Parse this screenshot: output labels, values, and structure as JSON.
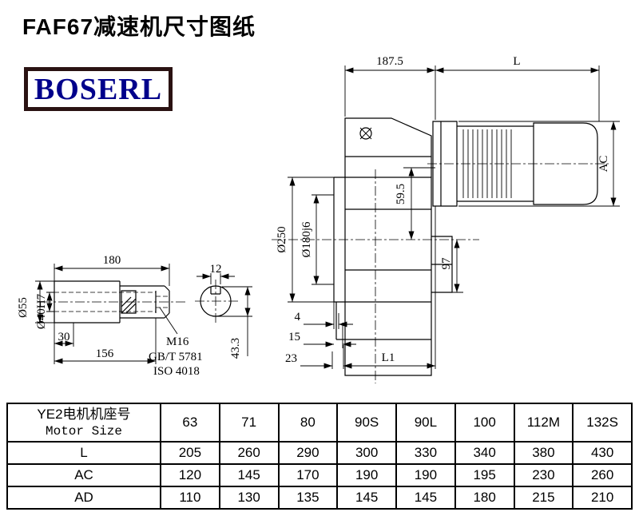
{
  "title": "FAF67减速机尺寸图纸",
  "logo_text": "BOSERL",
  "colors": {
    "logo_text": "#00008b",
    "logo_border": "#2a1212",
    "line": "#000000"
  },
  "drawing": {
    "dims": {
      "w187": "187.5",
      "L": "L",
      "AC": "AC",
      "d250": "Ø250",
      "d180": "Ø180j6",
      "h595": "59.5",
      "h97": "97",
      "shaft180": "180",
      "key12": "12",
      "d55": "Ø55",
      "d40": "Ø40H7",
      "len30": "30",
      "len156": "156",
      "m16": "M16",
      "gbt": "GB/T 5781",
      "iso": "ISO 4018",
      "key433": "43.3",
      "g4": "4",
      "g15": "15",
      "g23": "23",
      "L1": "L1"
    }
  },
  "table": {
    "header": {
      "label_cn": "YE2电机机座号",
      "label_en": "Motor Size",
      "columns": [
        "63",
        "71",
        "80",
        "90S",
        "90L",
        "100",
        "112M",
        "132S"
      ]
    },
    "rows": [
      {
        "label": "L",
        "values": [
          "205",
          "260",
          "290",
          "300",
          "330",
          "340",
          "380",
          "430"
        ]
      },
      {
        "label": "AC",
        "values": [
          "120",
          "145",
          "170",
          "190",
          "190",
          "195",
          "230",
          "260"
        ]
      },
      {
        "label": "AD",
        "values": [
          "110",
          "130",
          "135",
          "145",
          "145",
          "180",
          "215",
          "210"
        ]
      }
    ]
  }
}
